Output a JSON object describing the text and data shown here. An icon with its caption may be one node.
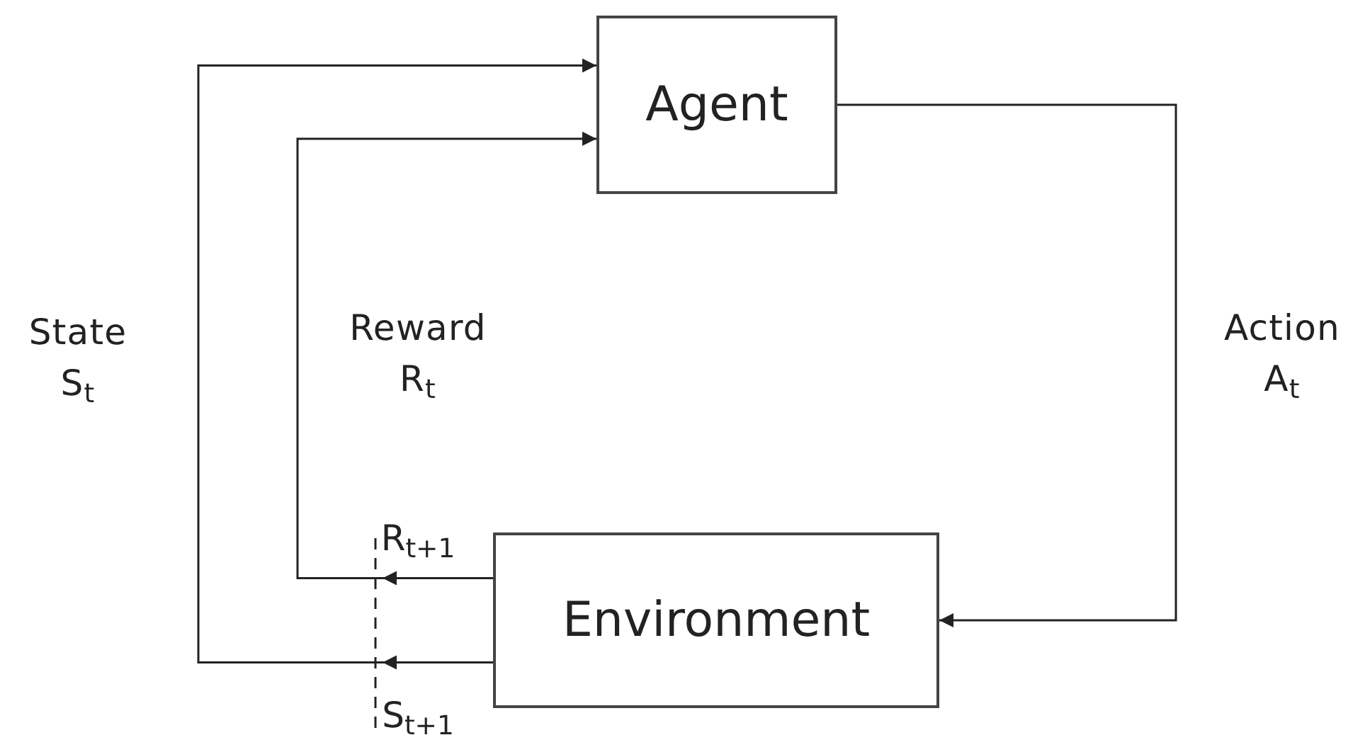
{
  "diagram": {
    "nodes": [
      {
        "text": [
          "Agent"
        ]
      },
      {
        "text": [
          "Environment"
        ]
      }
    ],
    "edges": [
      {
        "from": 0,
        "to": 1,
        "arrow": "to",
        "label": "Action A$_{t}$"
      },
      {
        "from": 1,
        "to": 0,
        "arrow": "to",
        "label": "Reward R$_{t}$"
      },
      {
        "from": 1,
        "to": 0,
        "arrow": "to",
        "label": "State S$_{t}$"
      }
    ],
    "labels": [
      "R$_{t+1}$",
      "S$_{t+1}$"
    ]
  }
}
